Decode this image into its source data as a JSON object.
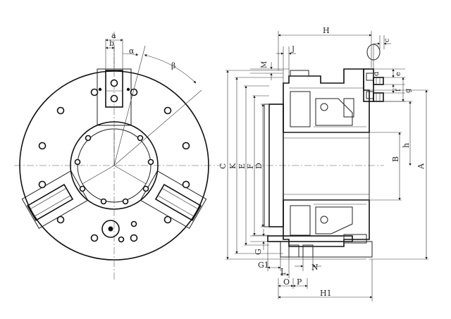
{
  "front_view": {
    "dimension_labels": {
      "a": "a",
      "b": "b",
      "alpha": "α",
      "beta": "β"
    }
  },
  "section_view": {
    "dimension_labels": {
      "H": "H",
      "J": "J",
      "M": "M",
      "c": "c",
      "d": "d",
      "e": "e",
      "f": "f",
      "g": "g",
      "h": "h",
      "C": "C",
      "K": "K",
      "E": "E",
      "F": "F",
      "D": "D",
      "B": "B",
      "A": "A",
      "G": "G",
      "G1": "G1",
      "L": "L",
      "N": "N",
      "O": "O",
      "P": "P",
      "H1": "H1"
    }
  },
  "colors": {
    "line": "#222222",
    "background": "#ffffff"
  }
}
